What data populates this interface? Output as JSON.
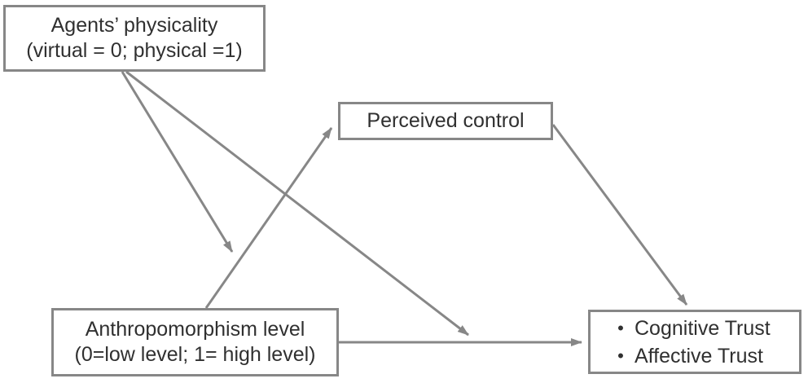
{
  "diagram": {
    "type": "path-model",
    "nodes": {
      "agents_physicality": {
        "line1": "Agents’ physicality",
        "line2": "(virtual = 0; physical =1)"
      },
      "perceived_control": {
        "label": "Perceived control"
      },
      "anthropomorphism": {
        "line1": "Anthropomorphism level",
        "line2": "(0=low level; 1= high level)"
      },
      "trust_outcomes": {
        "bullet": "•",
        "items": [
          "Cognitive Trust",
          "Affective Trust"
        ]
      }
    },
    "edges": [
      {
        "from": "anthropomorphism",
        "to": "perceived_control"
      },
      {
        "from": "perceived_control",
        "to": "trust_outcomes"
      },
      {
        "from": "anthropomorphism",
        "to": "trust_outcomes"
      },
      {
        "from": "agents_physicality",
        "to": "path anthropomorphism→perceived_control (moderation)"
      },
      {
        "from": "agents_physicality",
        "to": "path anthropomorphism→trust_outcomes (moderation)"
      }
    ],
    "colors": {
      "line": "#878787",
      "text": "#303030",
      "background": "#ffffff"
    }
  }
}
